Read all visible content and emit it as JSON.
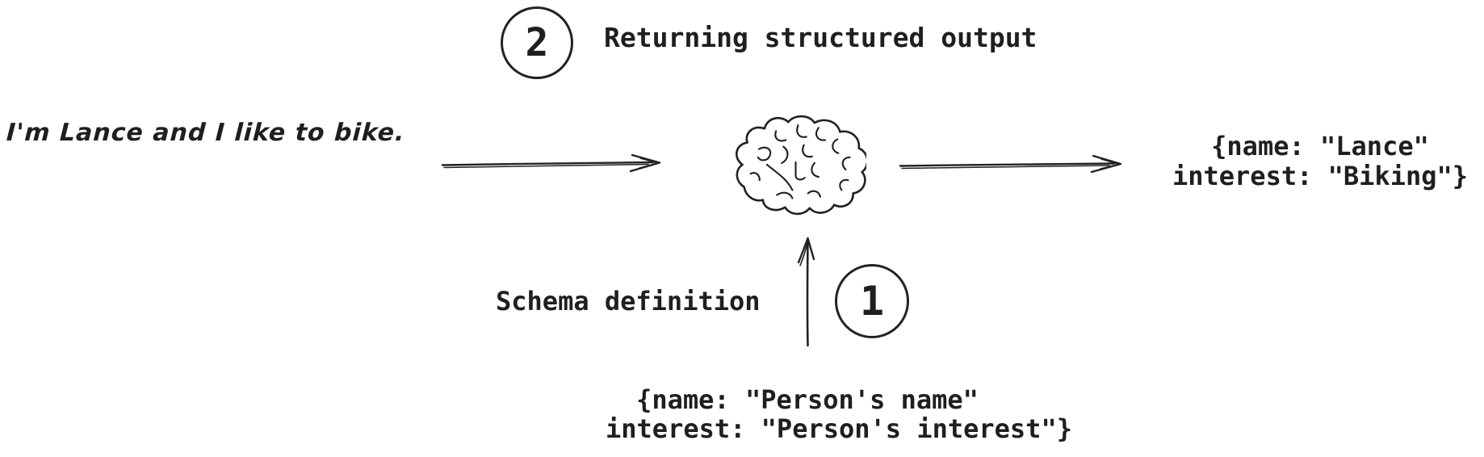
{
  "diagram": {
    "background_color": "#ffffff",
    "ink_color": "#222222",
    "steps": {
      "step2": {
        "number": "2",
        "label": "Returning structured output"
      },
      "step1": {
        "number": "1"
      }
    },
    "input": {
      "text": "I'm Lance and I like to bike."
    },
    "model": {
      "icon": "brain-icon"
    },
    "output": {
      "line1": "{name: \"Lance\"",
      "line2": "interest: \"Biking\"}"
    },
    "schema": {
      "label": "Schema definition",
      "line1": "{name: \"Person's name\"",
      "line2": "interest: \"Person's interest\"}"
    }
  }
}
